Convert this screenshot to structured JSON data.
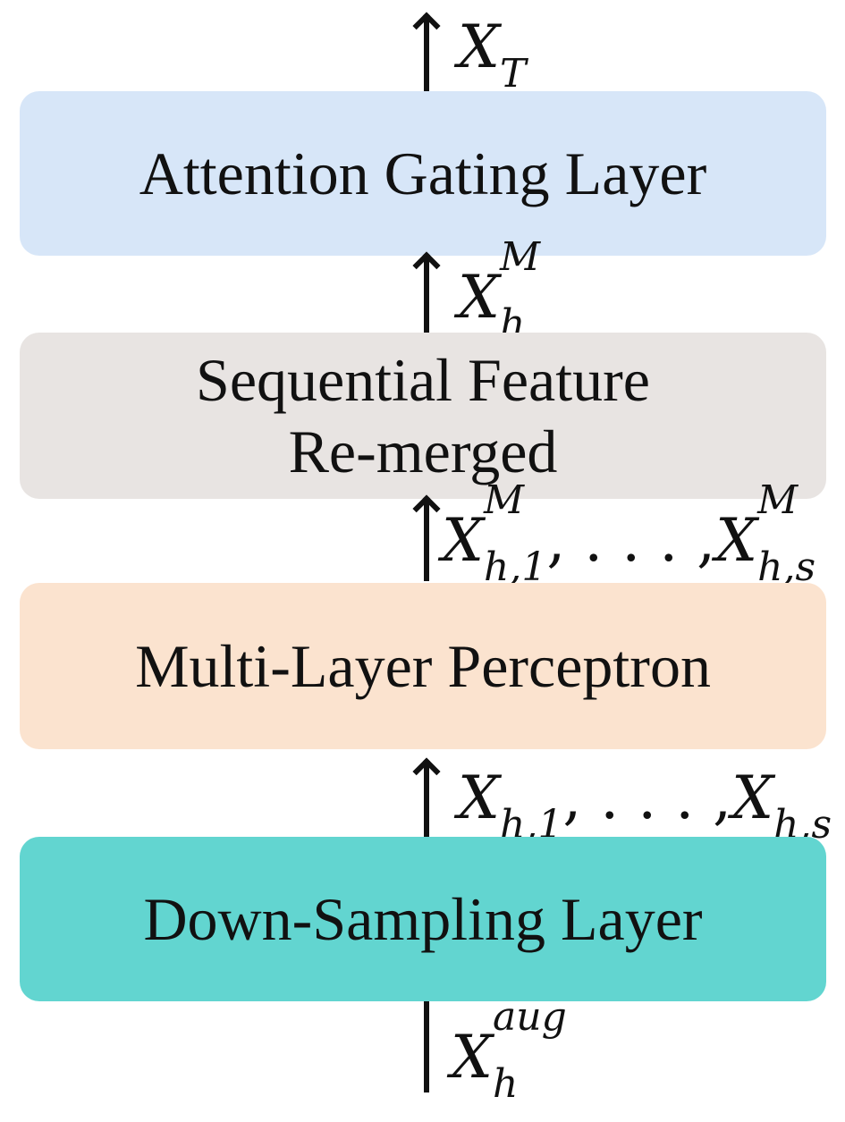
{
  "blocks": {
    "attention": {
      "label": "Attention Gating Layer",
      "color": "#d7e6f8"
    },
    "sequential": {
      "line1": "Sequential Feature",
      "line2": "Re-merged",
      "color": "#e8e4e2"
    },
    "mlp": {
      "label": "Multi-Layer Perceptron",
      "color": "#fbe3cf"
    },
    "downsampling": {
      "label": "Down-Sampling Layer",
      "color": "#62d5d0"
    }
  },
  "signals": {
    "x_t": {
      "base": "X",
      "sub": "T"
    },
    "x_h_m": {
      "base": "X",
      "sup": "M",
      "sub": "h"
    },
    "x_h_m_seq": {
      "first": {
        "base": "X",
        "sup": "M",
        "sub": "h,1"
      },
      "ellipsis": ", . . . ,",
      "last": {
        "base": "X",
        "sup": "M",
        "sub": "h,s"
      }
    },
    "x_h_seq": {
      "first": {
        "base": "X",
        "sub": "h,1"
      },
      "ellipsis": ", . . . ,",
      "last": {
        "base": "X",
        "sub": "h,s"
      }
    },
    "x_h_aug": {
      "base": "X",
      "sup": "aug",
      "sub": "h"
    }
  }
}
